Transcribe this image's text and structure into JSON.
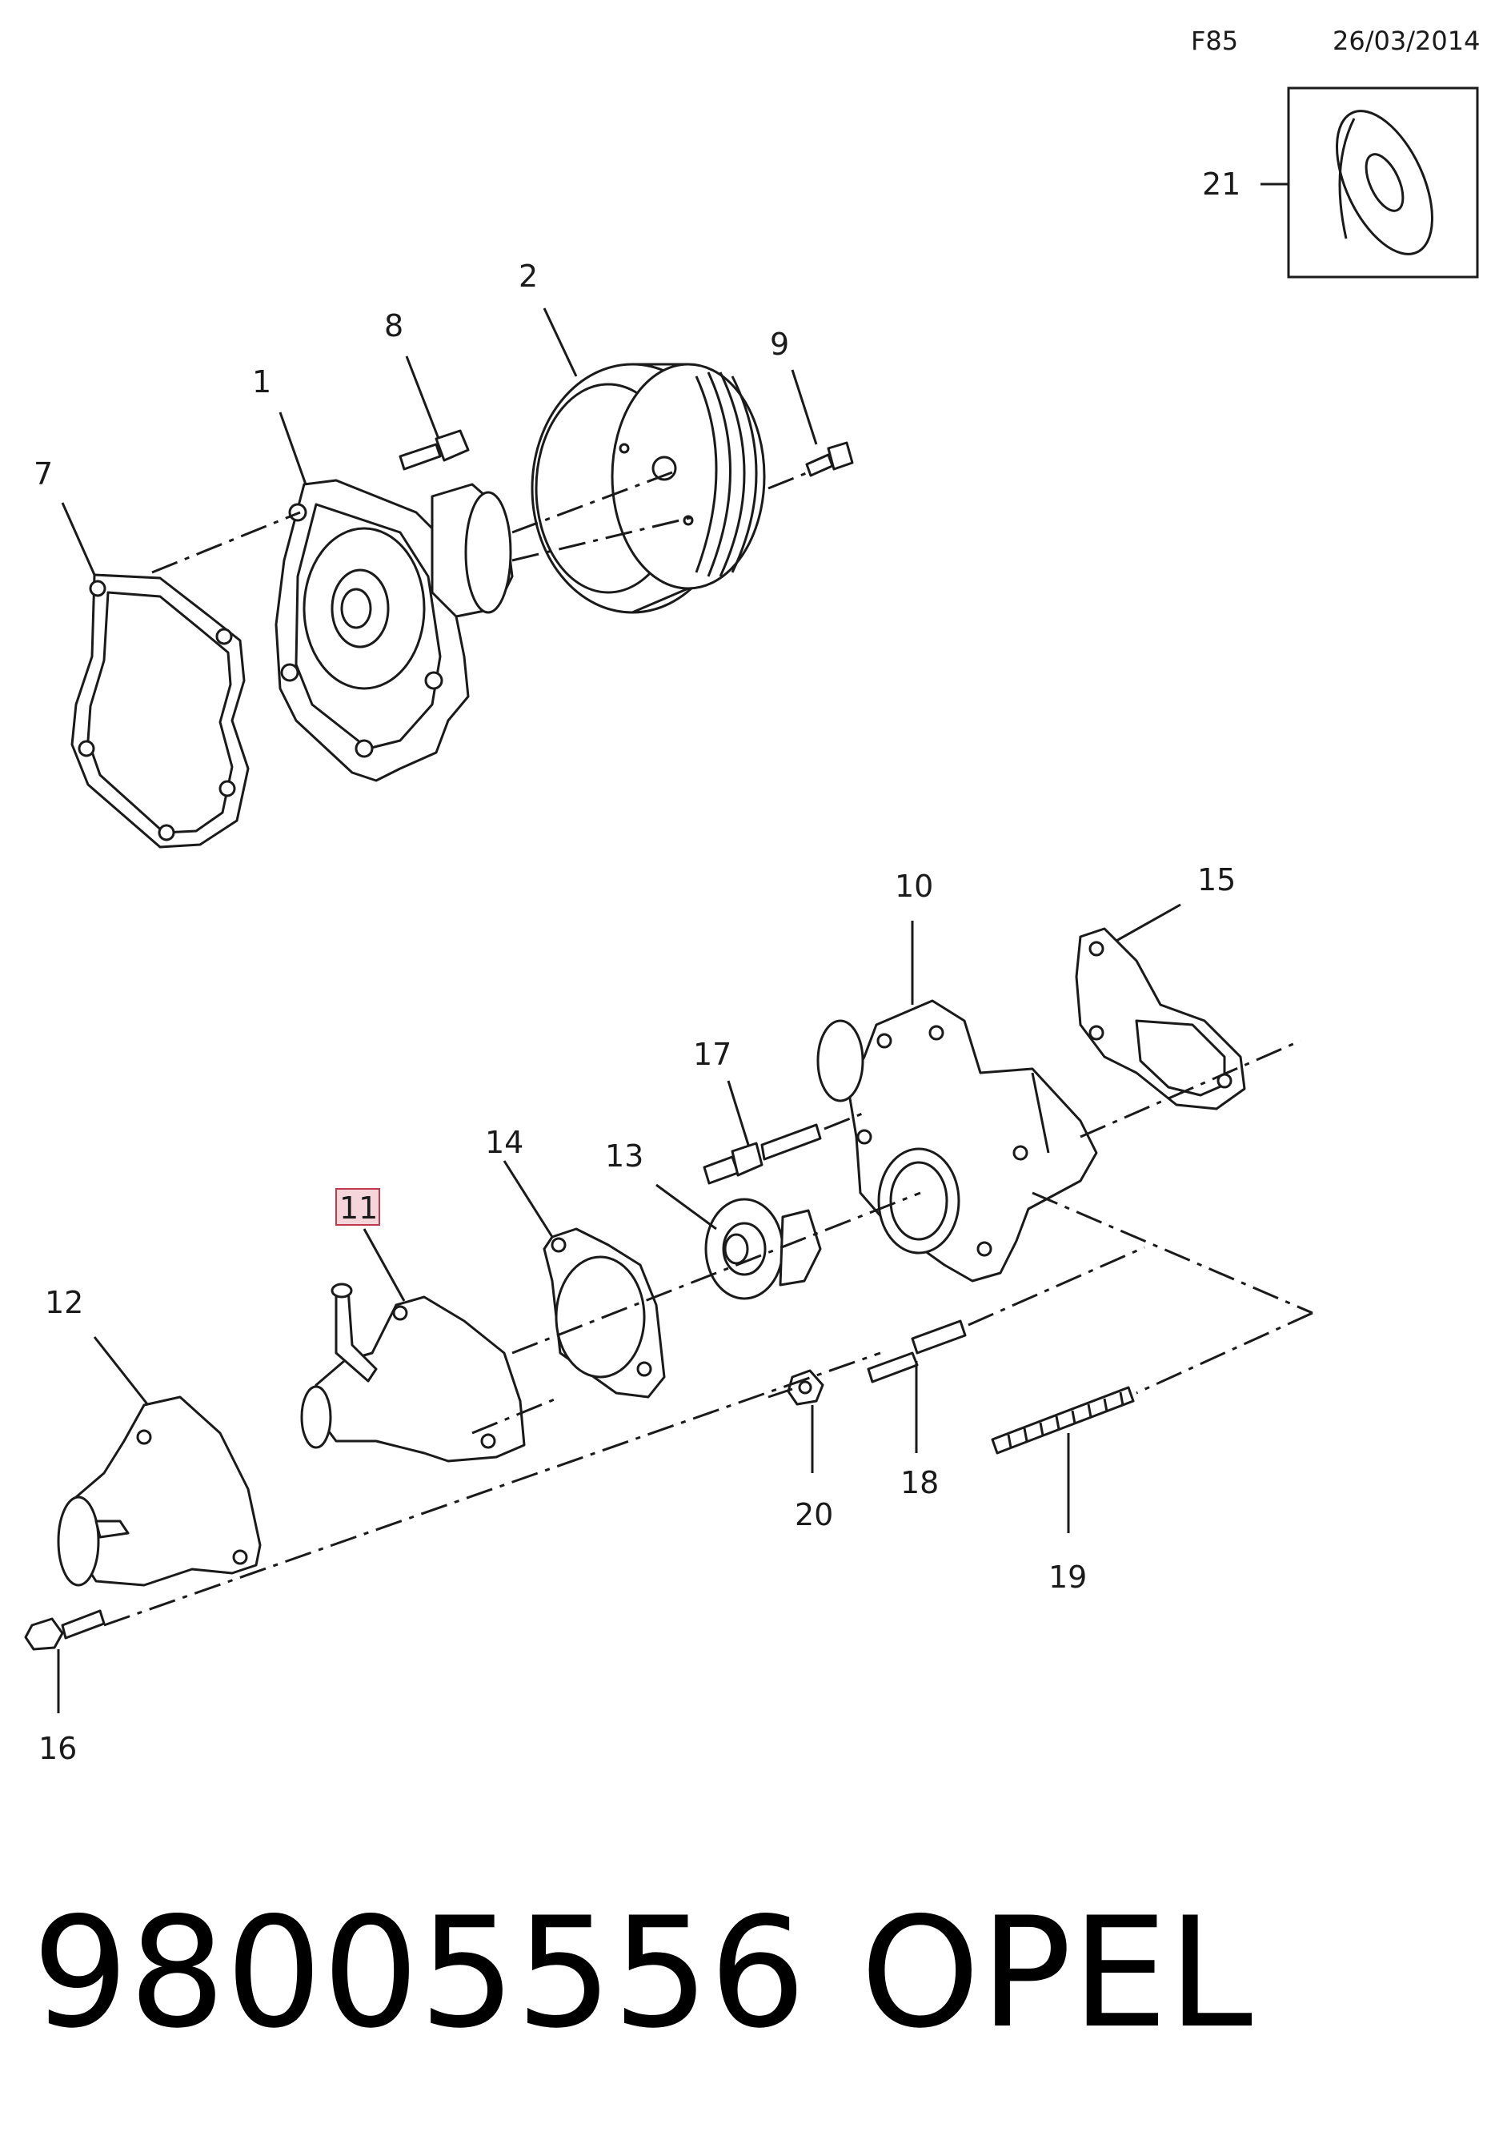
{
  "header": {
    "code": "F85",
    "date": "26/03/2014"
  },
  "callouts": {
    "c1": "1",
    "c2": "2",
    "c7": "7",
    "c8": "8",
    "c9": "9",
    "c10": "10",
    "c11": "11",
    "c12": "12",
    "c13": "13",
    "c14": "14",
    "c15": "15",
    "c16": "16",
    "c17": "17",
    "c18": "18",
    "c19": "19",
    "c20": "20",
    "c21": "21"
  },
  "highlighted_callout": "11",
  "footer": {
    "part_number": "98005556",
    "brand": "OPEL"
  },
  "colors": {
    "line": "#1a1a1a",
    "highlight_fill": "#f4d6da",
    "highlight_border": "#c0394f"
  }
}
